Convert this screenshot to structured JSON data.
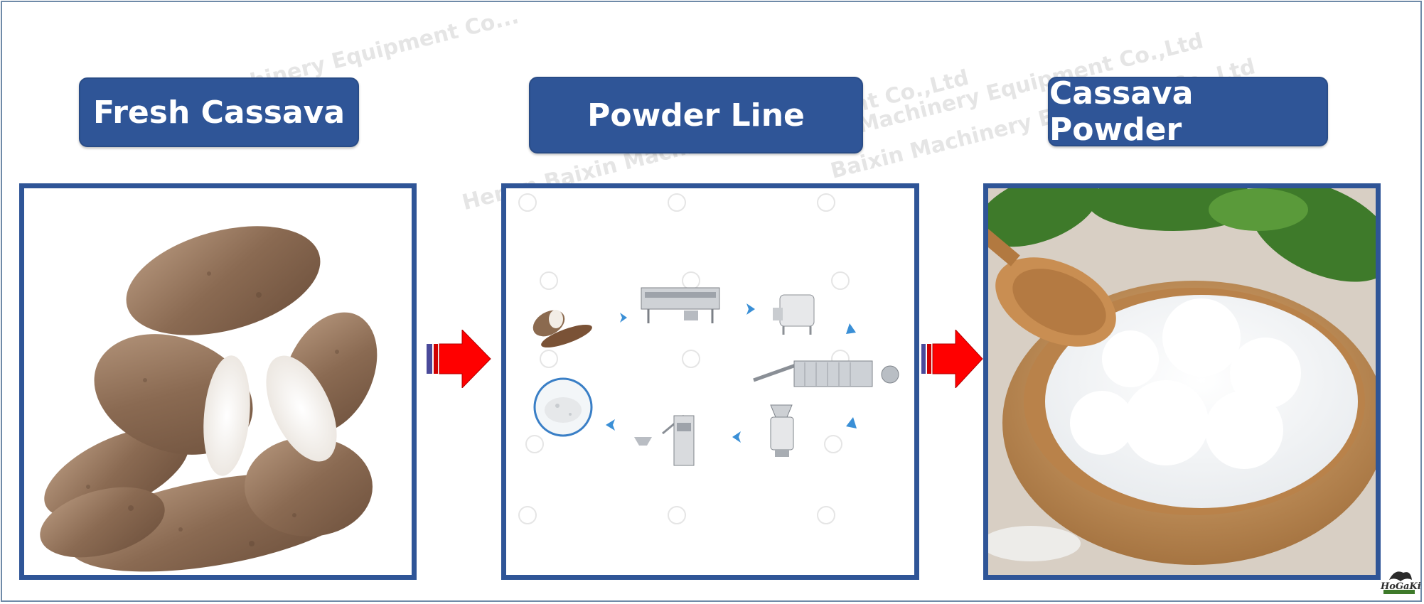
{
  "labels": {
    "fresh_cassava": "Fresh Cassava",
    "powder_line": "Powder Line",
    "cassava_powder": "Cassava Powder"
  },
  "watermark_texts": [
    "Machinery Equipment Co...",
    "Henan Baixin Machinery Equipment Co.,Ltd",
    "Baixin Machinery Equipment Co.,Ltd",
    "Machinery Equipment Co.,Ltd",
    "Equipment",
    "Baixin Machinery"
  ],
  "logo": {
    "text": "HoGaKi"
  },
  "colors": {
    "label_bg": "#2f5597",
    "panel_border": "#2f5597",
    "arrow_red": "#ff0000",
    "process_arrow_blue": "#3a8fd6"
  },
  "icons": [
    "right-arrow-icon",
    "process-arrow-icon",
    "cassava-root-icon",
    "washing-machine-icon",
    "slicer-machine-icon",
    "dryer-machine-icon",
    "grinder-machine-icon",
    "packing-machine-icon",
    "powder-plate-icon",
    "logo-icon"
  ]
}
